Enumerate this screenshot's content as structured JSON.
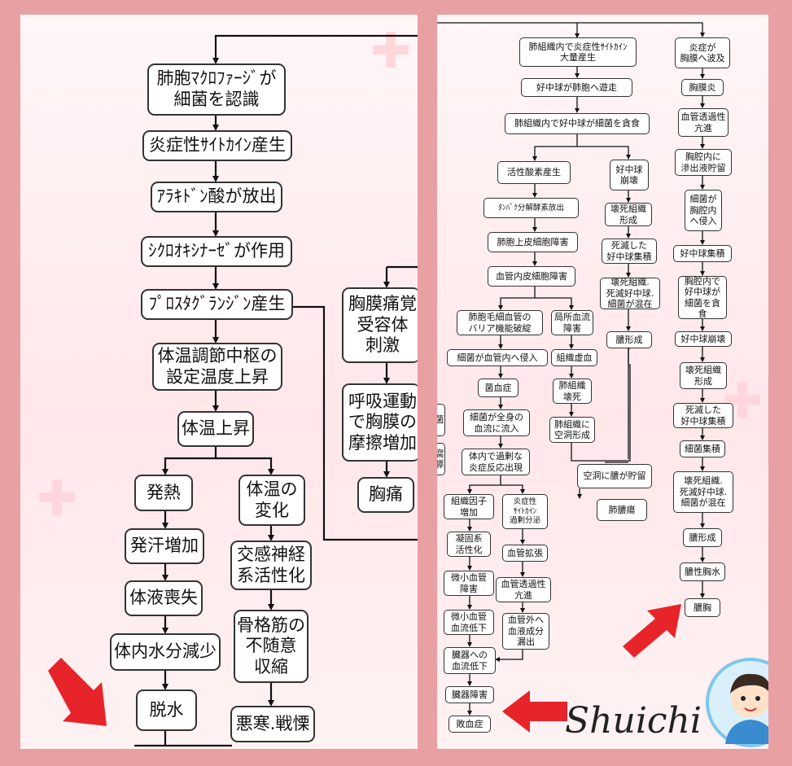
{
  "left_panel": {
    "nodes": {
      "macrophage": "肺胞ﾏｸﾛﾌｧｰｼﾞが\n細菌を認識",
      "cytokine": "炎症性ｻｲﾄｶｲﾝ産生",
      "arachidonic": "ｱﾗｷﾄﾞﾝ酸が放出",
      "cyclooxygenase": "ｼｸﾛｵｷｼﾅｰｾﾞが作用",
      "prostaglandin": "ﾌﾟﾛｽﾀｸﾞﾗﾝｼﾞﾝ産生",
      "thermo_center": "体温調節中枢の\n設定温度上昇",
      "temp_rise": "体温上昇",
      "fever": "発熱",
      "sweat": "発汗増加",
      "fluid_loss": "体液喪失",
      "water_loss": "体内水分減少",
      "dehydration": "脱水",
      "temp_change": "体温の\n変化",
      "sympathetic": "交感神経\n系活性化",
      "muscle": "骨格筋の\n不随意\n収縮",
      "chills": "悪寒.戦慄",
      "pleura_receptor": "胸膜痛覚\n受容体\n刺激",
      "breathing": "呼吸運動\nで胸膜の\n摩擦増加",
      "chest_pain": "胸痛"
    }
  },
  "right_panel": {
    "nodes": {
      "lung_cytokine": "肺組織内で炎症性ｻｲﾄｶｲﾝ\n大量産生",
      "neutrophil_migrate": "好中球が肺胞へ遊走",
      "neutrophil_eat": "肺組織内で好中球が細菌を貪食",
      "ros": "活性酸素産生",
      "protease": "ﾀﾝﾊﾟｸ分解酵素放出",
      "alveolar_damage": "肺胞上皮細胞障害",
      "endothelial_damage": "血管内皮細胞障害",
      "barrier_break": "肺胞毛細血管の\nバリア機能破綻",
      "local_blood": "局所血流\n障害",
      "bacteria_blood": "細菌が血管内へ侵入",
      "tissue_ischemia": "組織虚血",
      "bacteremia": "菌血症",
      "lung_necrosis": "肺組織\n壊死",
      "bacteria_spread": "細菌が全身の\n血流に流入",
      "cavity": "肺組織に\n空洞形成",
      "excess_inflammation": "体内で過剰な\n炎症反応出現",
      "tissue_factor": "組織因子\n増加",
      "cytokine_excess": "炎症性\nｻｲﾄｶｲﾝ\n過剰分泌",
      "coagulation": "凝固系\n活性化",
      "vasodilation": "血管拡張",
      "microvascular_damage": "微小血管\n障害",
      "permeability": "血管透過性\n亢進",
      "micro_flow": "微小血管\n血流低下",
      "leakage": "血管外へ\n血液成分\n漏出",
      "organ_flow": "臓器への\n血流低下",
      "organ_failure": "臓器障害",
      "sepsis": "敗血症",
      "neutrophil_collapse": "好中球\n崩壊",
      "necrotic_tissue": "壊死組織\n形成",
      "dead_neutrophil": "死滅した\n好中球集積",
      "mixed": "壊死組織.\n死滅好中球.\n細菌が混在",
      "pus": "膿形成",
      "cavity_pus": "空洞に膿が貯留",
      "abscess": "肺膿瘍",
      "to_pleura": "炎症が\n胸膜へ波及",
      "pleuritis": "胸膜炎",
      "permeability2": "血管透過性\n亢進",
      "effusion": "胸腔内に\n滲出液貯留",
      "bacteria_pleural": "細菌が\n胸腔内\nへ侵入",
      "neutrophil_gather": "好中球集積",
      "pleural_eat": "胸腔内で\n好中球が\n細菌を貪食",
      "neutrophil_collapse2": "好中球崩壊",
      "necrotic2": "壊死組織\n形成",
      "dead2": "死滅した\n好中球集積",
      "bacteria_gather": "細菌集積",
      "mixed2": "壊死組織.\n死滅好中球.\n細菌が混在",
      "pus2": "膿形成",
      "pyothorax": "膿性胸水",
      "empyema": "膿胸",
      "edge1": "菌",
      "edge2": "腐\n膵"
    },
    "signature": "Shuichi"
  },
  "colors": {
    "frame": "#e9a0a2",
    "accent_arrow": "#e8242b",
    "node_border": "#333333"
  }
}
